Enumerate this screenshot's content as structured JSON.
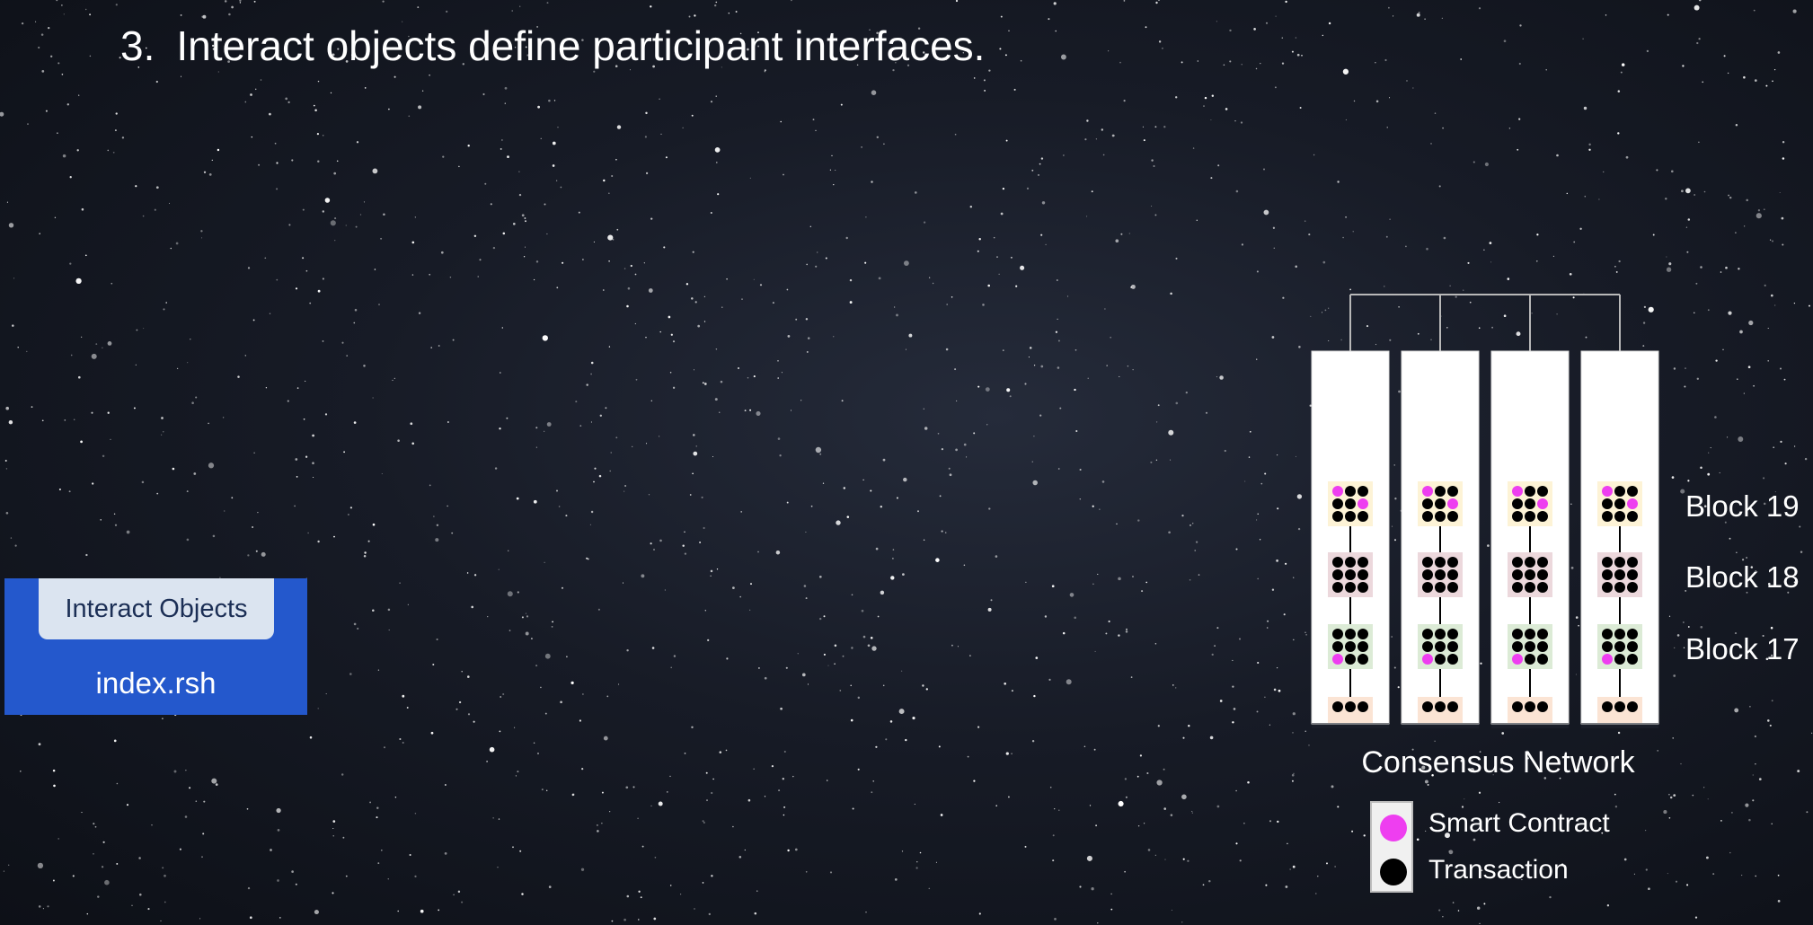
{
  "slide": {
    "number": "3.",
    "title": "Interact objects define participant interfaces."
  },
  "source_box": {
    "tab_label": "Interact Objects",
    "file_label": "index.rsh"
  },
  "network": {
    "caption": "Consensus Network",
    "blocks": [
      {
        "label": "Block 19",
        "tint": "#fdf3d6",
        "magenta_dots": [
          [
            0,
            0
          ],
          [
            1,
            2
          ]
        ]
      },
      {
        "label": "Block 18",
        "tint": "#ecd8dc",
        "magenta_dots": []
      },
      {
        "label": "Block 17",
        "tint": "#dcebd6",
        "magenta_dots": [
          [
            2,
            0
          ]
        ]
      }
    ],
    "partial_block_tint": "#fbe4d4",
    "node_count": 4
  },
  "legend": {
    "items": [
      {
        "label": "Smart Contract",
        "color": "#ee3ef0"
      },
      {
        "label": "Transaction",
        "color": "#000000"
      }
    ]
  },
  "colors": {
    "smart_contract": "#ee3ef0",
    "transaction": "#000000",
    "file_box": "#2458cc",
    "tab": "#dbe4f0"
  }
}
